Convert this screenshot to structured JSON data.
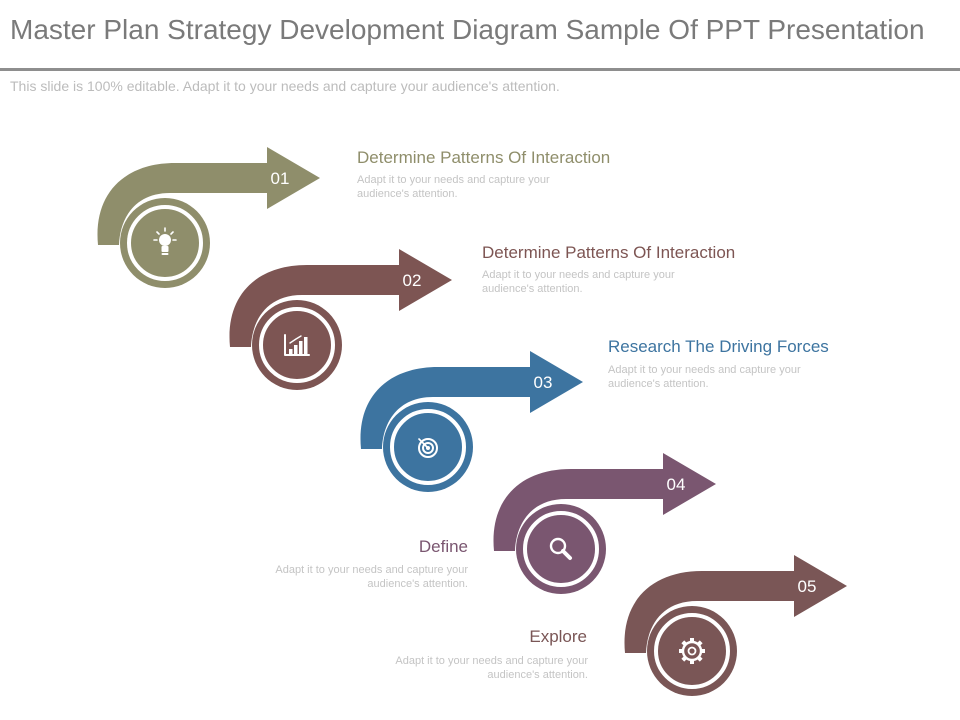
{
  "slide": {
    "title": "Master Plan Strategy Development Diagram Sample Of PPT Presentation",
    "subtitle": "This slide is 100% editable. Adapt it to your needs and capture your audience's attention."
  },
  "steps": [
    {
      "number": "01",
      "heading": "Determine Patterns Of Interaction",
      "desc": "Adapt it to your needs and capture your audience's attention.",
      "color": "#8f8e6b",
      "icon": "lightbulb-icon"
    },
    {
      "number": "02",
      "heading": "Determine Patterns Of Interaction",
      "desc": "Adapt it to your needs and capture your audience's attention.",
      "color": "#7d5553",
      "icon": "bar-chart-icon"
    },
    {
      "number": "03",
      "heading": "Research The Driving Forces",
      "desc": "Adapt it to your needs and capture your audience's attention.",
      "color": "#3d74a0",
      "icon": "target-icon"
    },
    {
      "number": "04",
      "heading": "Define",
      "desc": "Adapt it to your needs and capture your audience's attention.",
      "color": "#7a5670",
      "icon": "magnifier-icon"
    },
    {
      "number": "05",
      "heading": "Explore",
      "desc": "Adapt it to your needs and capture your audience's attention.",
      "color": "#7a5656",
      "icon": "gear-icon"
    }
  ]
}
